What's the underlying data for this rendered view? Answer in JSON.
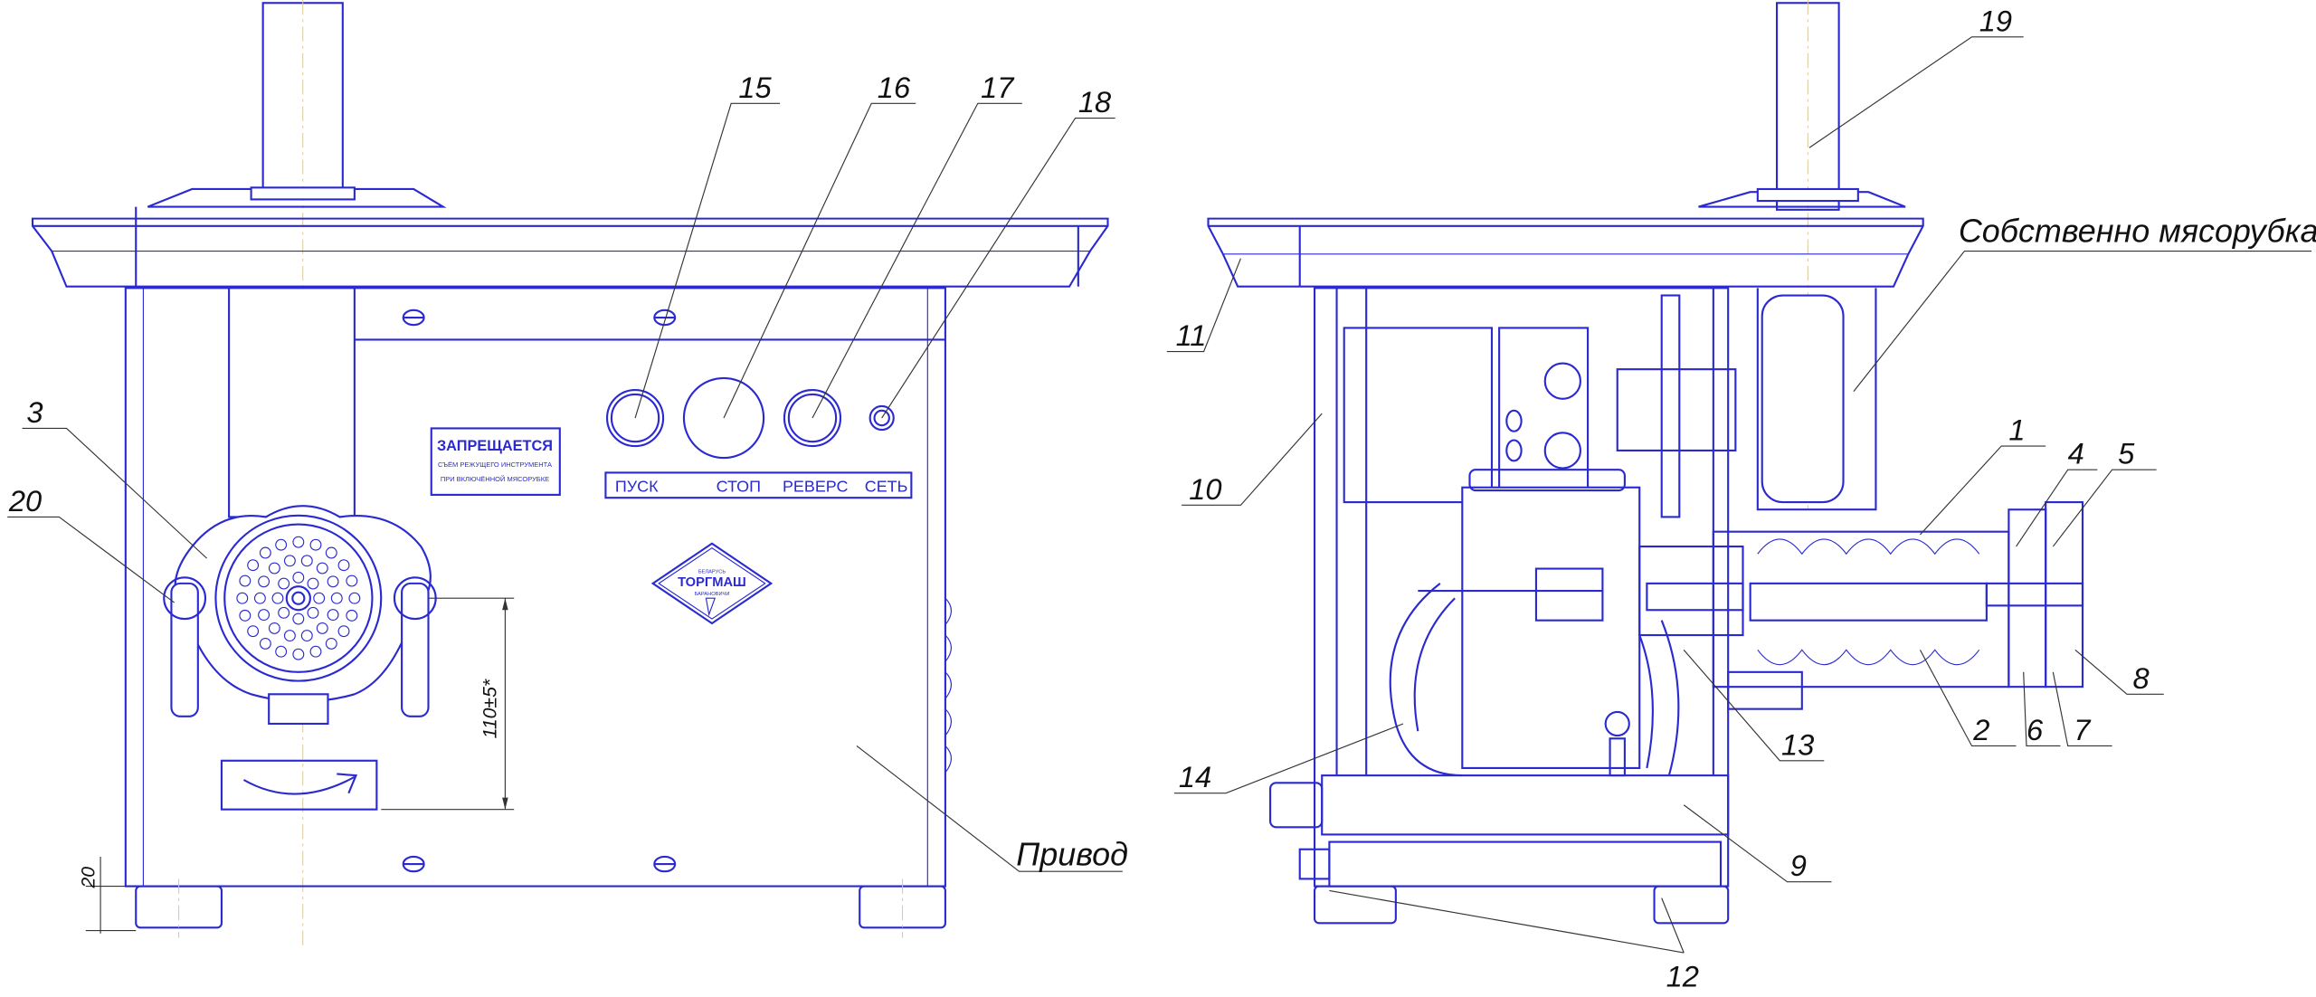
{
  "front_view": {
    "labels": {
      "l15": "15",
      "l16": "16",
      "l17": "17",
      "l18": "18",
      "l3": "3",
      "l20": "20",
      "drive": "Привод"
    },
    "dimensions": {
      "height_dim": "110±5*",
      "foot_dim": "20"
    },
    "control_panel": {
      "buttons": [
        "ПУСК",
        "СТОП",
        "РЕВЕРС",
        "СЕТЬ"
      ]
    },
    "warning_sign": {
      "title": "ЗАПРЕЩАЕТСЯ",
      "line1": "СЪЁМ РЕЖУЩЕГО ИНСТРУМЕНТА",
      "line2": "ПРИ ВКЛЮЧЁННОЙ МЯСОРУБКЕ"
    },
    "logo": {
      "top": "БЕЛАРУСЬ",
      "name": "ТОРГМАШ",
      "bottom": "БАРАНОВИЧИ"
    }
  },
  "side_view": {
    "labels": {
      "l19": "19",
      "grinder": "Собственно мясорубка",
      "l11": "11",
      "l10": "10",
      "l1": "1",
      "l4": "4",
      "l5": "5",
      "l8": "8",
      "l7": "7",
      "l6": "6",
      "l2": "2",
      "l13": "13",
      "l14": "14",
      "l9": "9",
      "l12": "12"
    }
  },
  "colors": {
    "line": "#2a2ad0",
    "leader": "#333333",
    "axis": "#d8c89a"
  }
}
